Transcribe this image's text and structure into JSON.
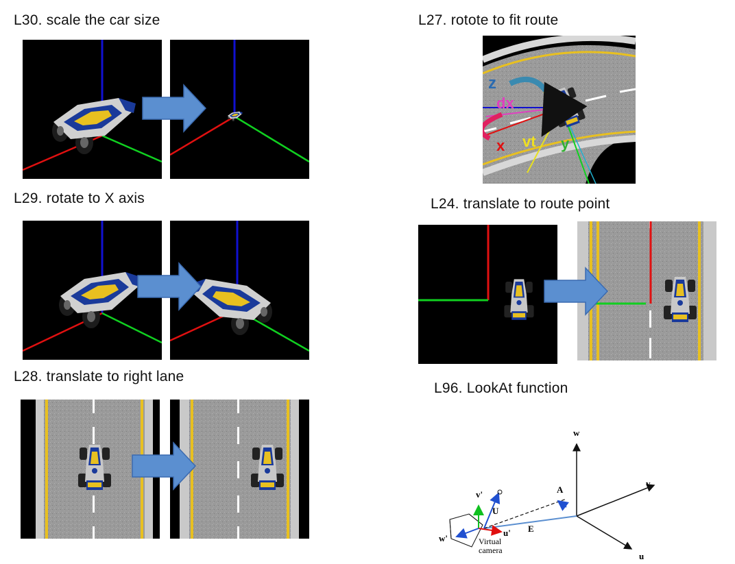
{
  "titles": {
    "l30": "L30. scale the car size",
    "l29": "L29.  rotate to X axis",
    "l28": "L28. translate to right lane",
    "l27": "L27. rotote to fit route",
    "l24": "L24. translate to route point",
    "l96": "L96. LookAt function"
  },
  "l27_labels": {
    "z": "z",
    "dx": "dx",
    "x": "x",
    "vt": "vt",
    "y": "y"
  },
  "lookat": {
    "w": "w",
    "v": "v",
    "u": "u",
    "A": "A",
    "E": "E",
    "U": "U",
    "v_prime": "v'",
    "w_prime": "w'",
    "u_prime": "u'",
    "camera_line1": "Virtual",
    "camera_line2": "camera"
  },
  "colors": {
    "axis_x": "#e01010",
    "axis_y": "#10d020",
    "axis_z": "#1010d0",
    "arrow_fill": "#5b8fd0",
    "car_blue": "#1a3a9a",
    "car_yellow": "#e8c020"
  }
}
